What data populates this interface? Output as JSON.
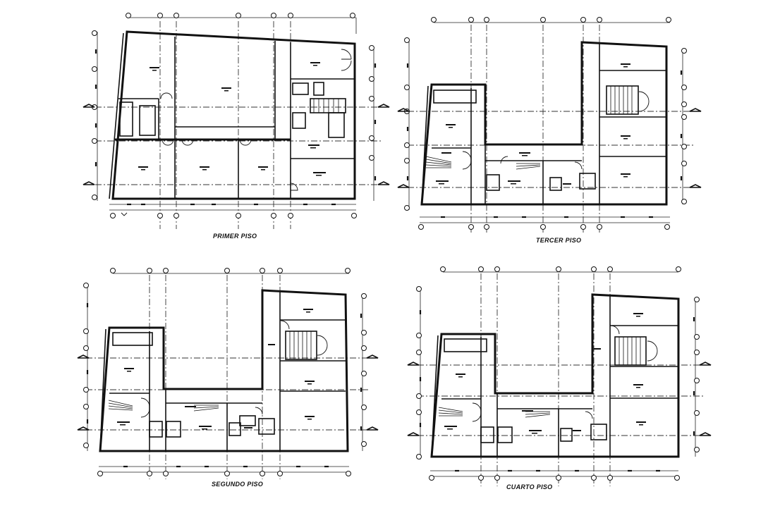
{
  "plans": [
    {
      "id": "primer",
      "title": "PRIMER PISO"
    },
    {
      "id": "tercer",
      "title": "TERCER PISO"
    },
    {
      "id": "segundo",
      "title": "SEGUNDO PISO"
    },
    {
      "id": "cuarto",
      "title": "CUARTO PISO"
    }
  ]
}
